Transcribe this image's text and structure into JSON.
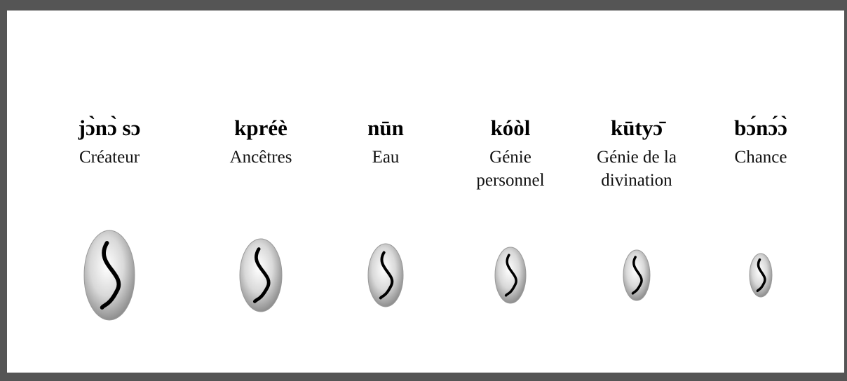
{
  "items": [
    {
      "name": "jɔ̀nɔ̀ sɔ",
      "meaning": "Créateur"
    },
    {
      "name": "kpréè",
      "meaning": "Ancêtres"
    },
    {
      "name": "nūn",
      "meaning": "Eau"
    },
    {
      "name": "kóòl",
      "meaning": "Génie personnel"
    },
    {
      "name": "kūtyɔ̄",
      "meaning": "Génie de la divination"
    },
    {
      "name": "bɔ́nɔ́ɔ̀",
      "meaning": "Chance"
    }
  ],
  "colors": {
    "frame": "#555555",
    "background": "#ffffff",
    "seed_light": "#ffffff",
    "seed_dark": "#8f8f8f",
    "stroke": "#000000"
  },
  "icon": "cowrie-seed-icon"
}
